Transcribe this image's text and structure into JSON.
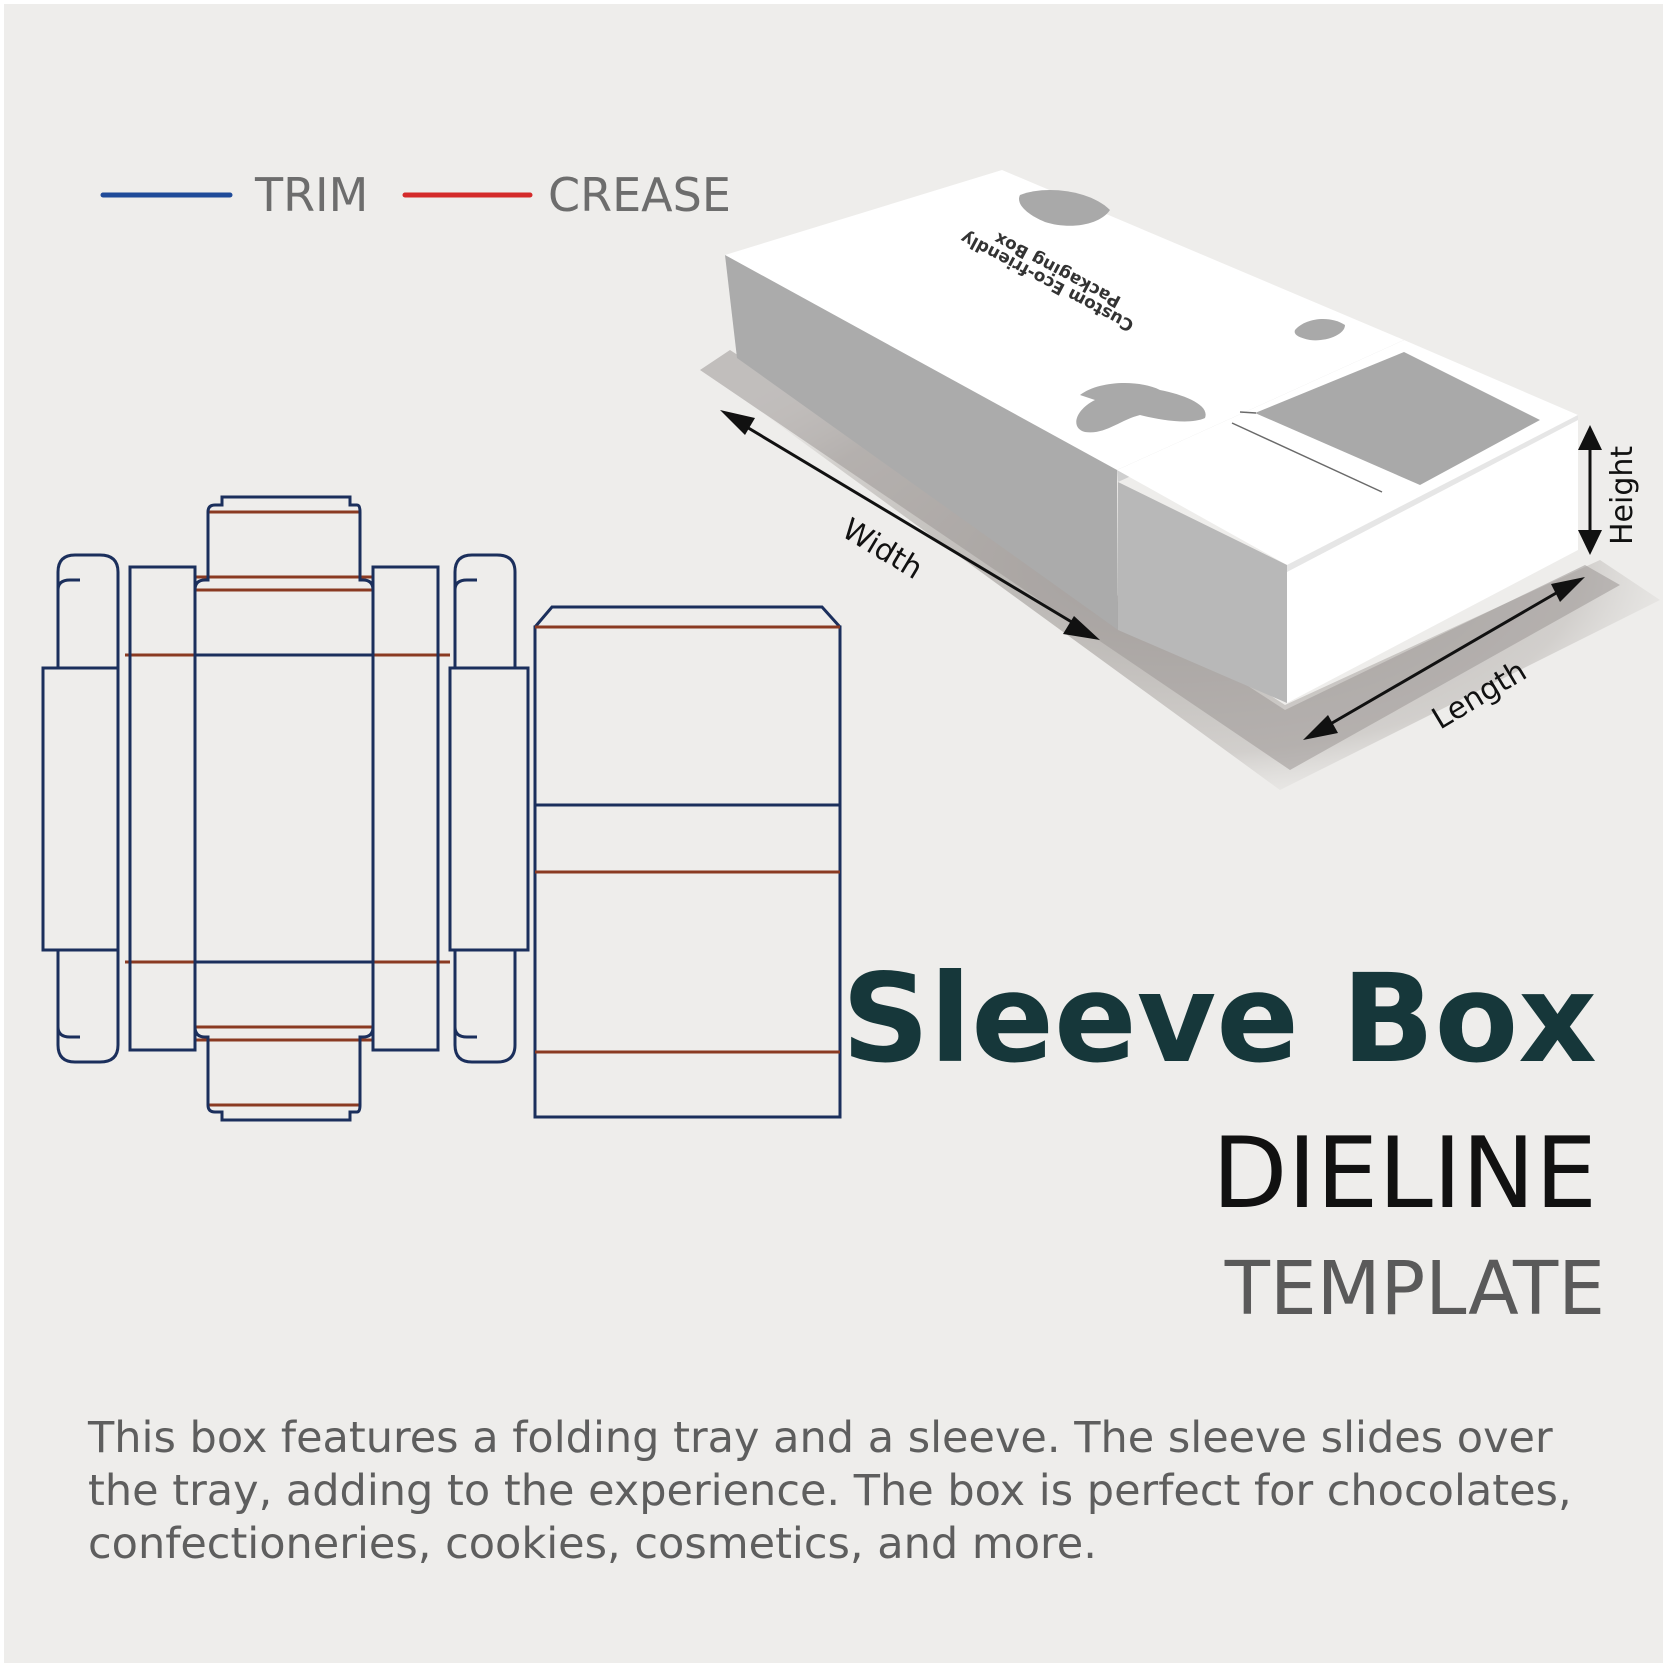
{
  "legend": {
    "trim": {
      "label": "TRIM",
      "color": "#1f4b99"
    },
    "crease": {
      "label": "CREASE",
      "color": "#d42a2a"
    }
  },
  "box_illustration": {
    "print_line_1": "Custom Eco-friendly",
    "print_line_2": "Packaging Box",
    "dimension_width": "Width",
    "dimension_length": "Length",
    "dimension_height": "Height"
  },
  "dieline_colors": {
    "cut": "#1b2f5c",
    "fold": "#8a3a22"
  },
  "title": {
    "main": "Sleeve Box",
    "sub": "DIELINE",
    "sub2": "TEMPLATE"
  },
  "description": "This box features a folding tray and a sleeve. The sleeve slides over the tray, adding to the experience. The box is perfect for chocolates, confectioneries, cookies, cosmetics, and more."
}
